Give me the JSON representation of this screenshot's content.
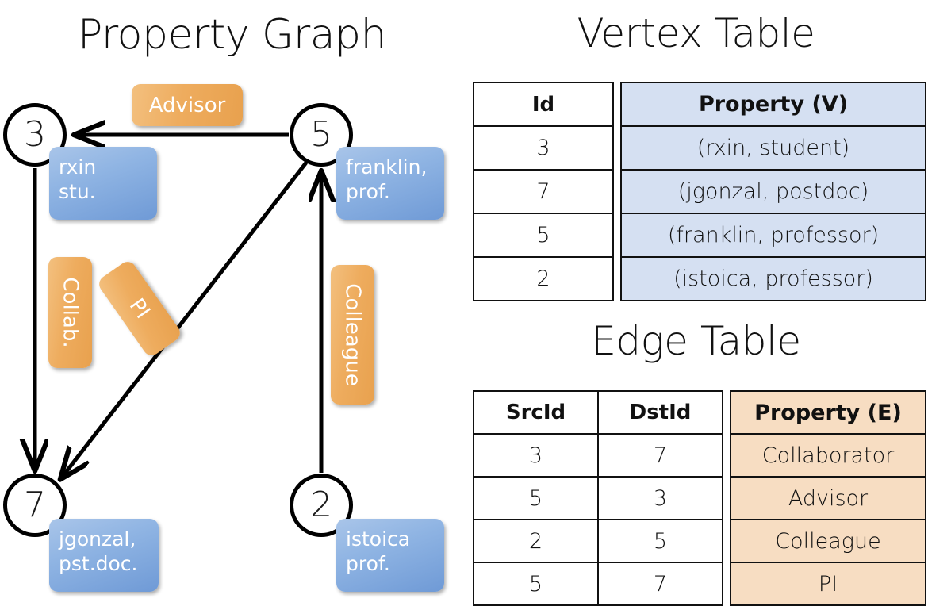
{
  "titles": {
    "property_graph": "Property Graph",
    "vertex_table": "Vertex Table",
    "edge_table": "Edge Table"
  },
  "colors": {
    "vertex_prop_fill": "#d5e0f2",
    "edge_prop_fill": "#f7ddc2",
    "vertex_box_blue": "#8fb4e3",
    "edge_label_orange": "#eeac5e",
    "stroke": "#111111",
    "background": "#ffffff"
  },
  "graph": {
    "nodes": [
      {
        "id": "3",
        "label": "3",
        "prop_line1": "rxin",
        "prop_line2": "stu."
      },
      {
        "id": "5",
        "label": "5",
        "prop_line1": "franklin,",
        "prop_line2": "prof."
      },
      {
        "id": "7",
        "label": "7",
        "prop_line1": "jgonzal,",
        "prop_line2": "pst.doc."
      },
      {
        "id": "2",
        "label": "2",
        "prop_line1": "istoica",
        "prop_line2": "prof."
      }
    ],
    "edge_labels": [
      {
        "name": "advisor",
        "text": "Advisor"
      },
      {
        "name": "collab",
        "text": "Collab."
      },
      {
        "name": "pi",
        "text": "PI"
      },
      {
        "name": "colleague",
        "text": "Colleague"
      }
    ],
    "edges": [
      {
        "from": "5",
        "to": "3",
        "label": "Advisor"
      },
      {
        "from": "3",
        "to": "7",
        "label": "Collab."
      },
      {
        "from": "5",
        "to": "7",
        "label": "PI"
      },
      {
        "from": "2",
        "to": "5",
        "label": "Colleague"
      }
    ]
  },
  "vertex_table": {
    "headers": [
      "Id",
      "Property (V)"
    ],
    "rows": [
      {
        "id": "3",
        "property": "(rxin, student)"
      },
      {
        "id": "7",
        "property": "(jgonzal, postdoc)"
      },
      {
        "id": "5",
        "property": "(franklin, professor)"
      },
      {
        "id": "2",
        "property": "(istoica, professor)"
      }
    ]
  },
  "edge_table": {
    "headers": [
      "SrcId",
      "DstId",
      "Property (E)"
    ],
    "rows": [
      {
        "src": "3",
        "dst": "7",
        "property": "Collaborator"
      },
      {
        "src": "5",
        "dst": "3",
        "property": "Advisor"
      },
      {
        "src": "2",
        "dst": "5",
        "property": "Colleague"
      },
      {
        "src": "5",
        "dst": "7",
        "property": "PI"
      }
    ]
  }
}
